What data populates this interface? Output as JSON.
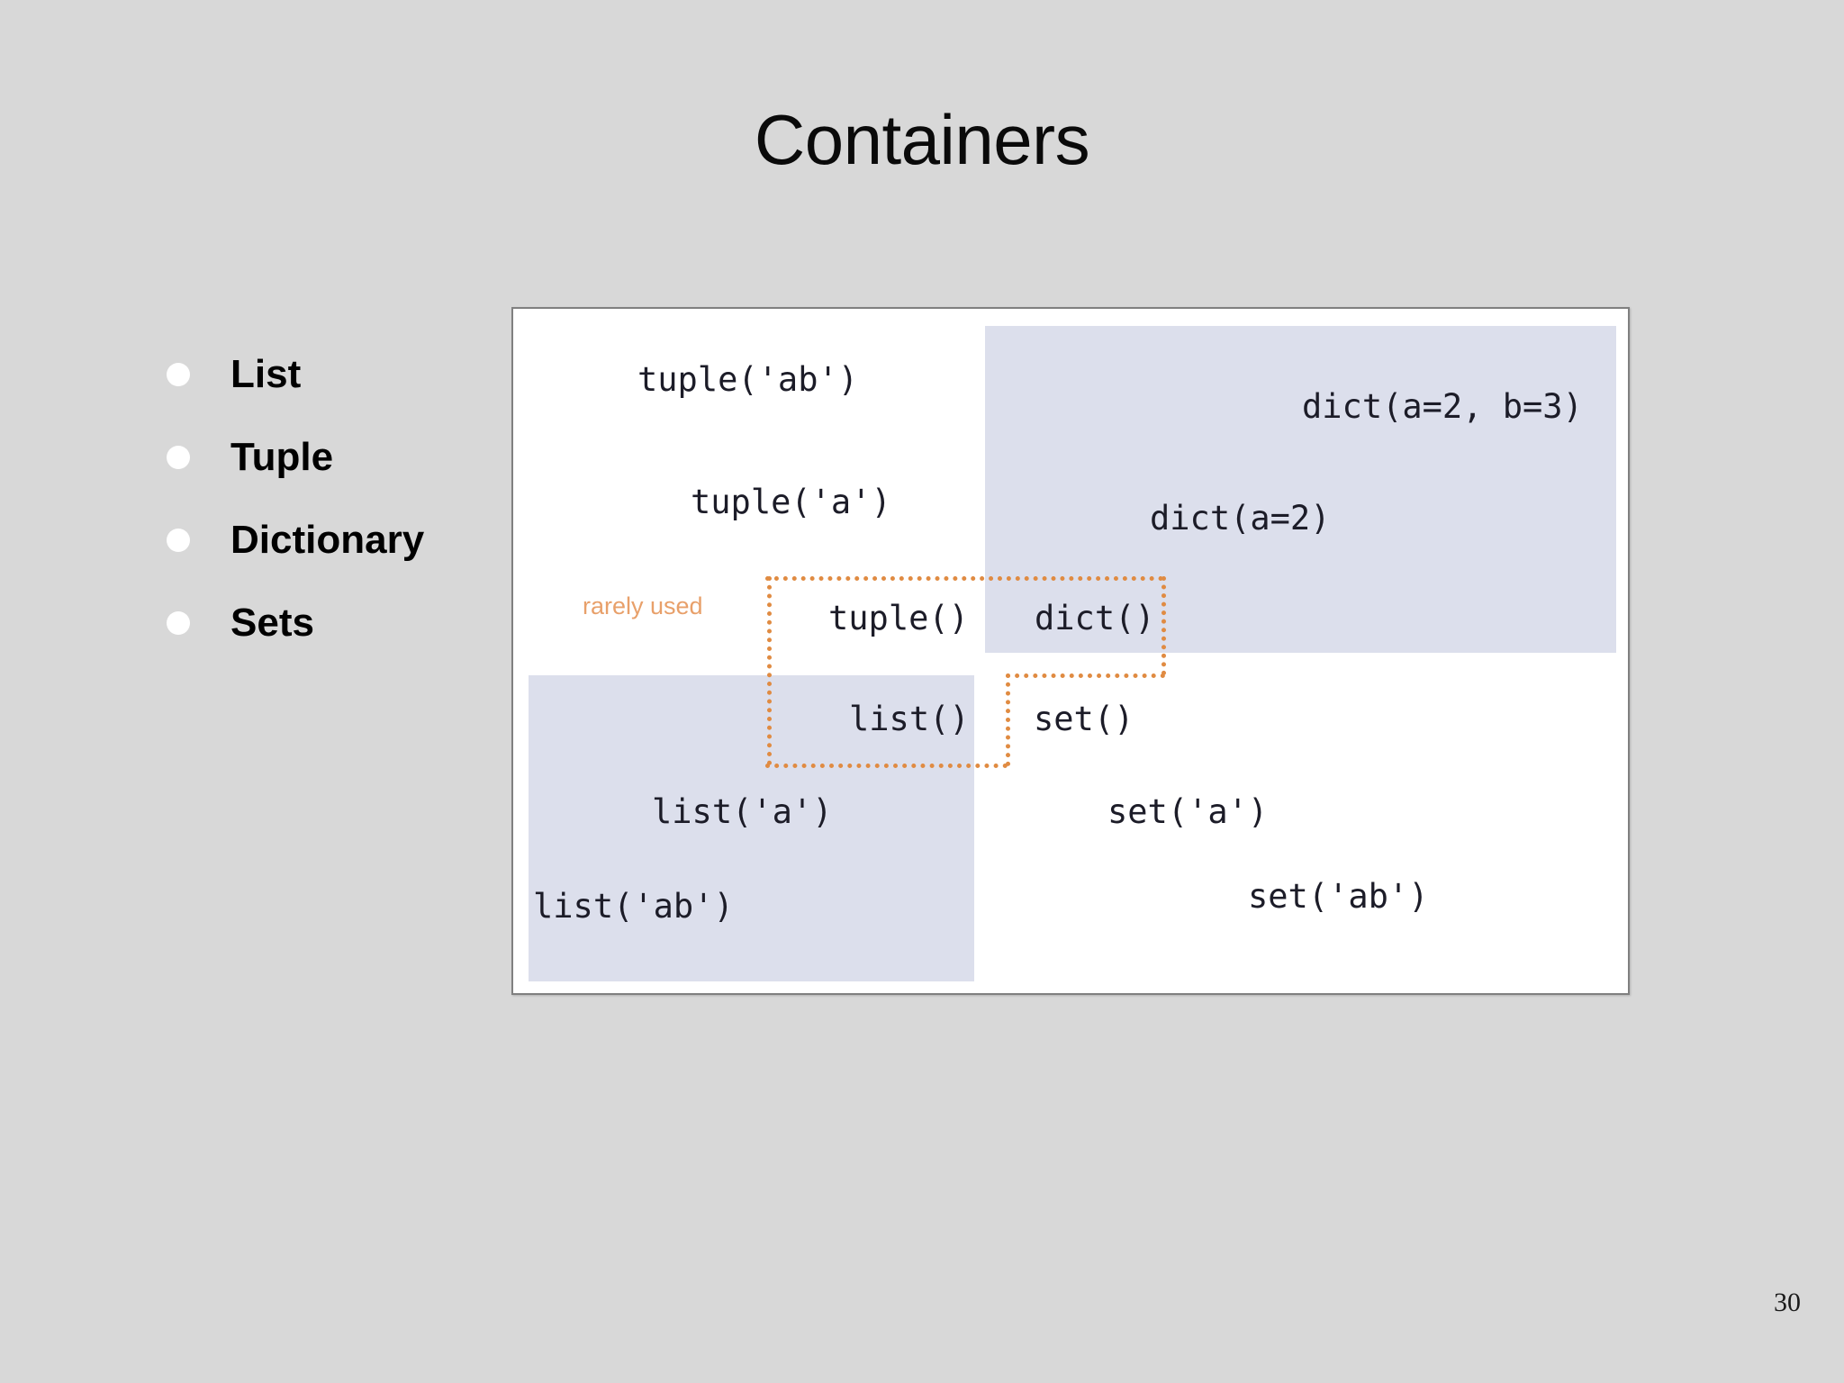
{
  "slide": {
    "title": "Containers",
    "page_number": "30",
    "background_color": "#d8d8d8"
  },
  "bullets": {
    "items": [
      {
        "label": "List"
      },
      {
        "label": "Tuple"
      },
      {
        "label": "Dictionary"
      },
      {
        "label": "Sets"
      }
    ],
    "bullet_color": "#ffffff"
  },
  "figure": {
    "panel_background": "#ffffff",
    "panel_border_color": "#808080",
    "quadrant_fill": "#dcdfec",
    "dotted_outline_color": "#e08b42",
    "note": "rarely used",
    "note_color": "#e8a06a",
    "labels": {
      "tuple_ab": "tuple('ab')",
      "tuple_a": "tuple('a')",
      "tuple_empty": "tuple()",
      "dict_ab": "dict(a=2, b=3)",
      "dict_a": "dict(a=2)",
      "dict_empty": "dict()",
      "list_empty": "list()",
      "set_empty": "set()",
      "list_a": "list('a')",
      "list_ab": "list('ab')",
      "set_a": "set('a')",
      "set_ab": "set('ab')"
    }
  }
}
